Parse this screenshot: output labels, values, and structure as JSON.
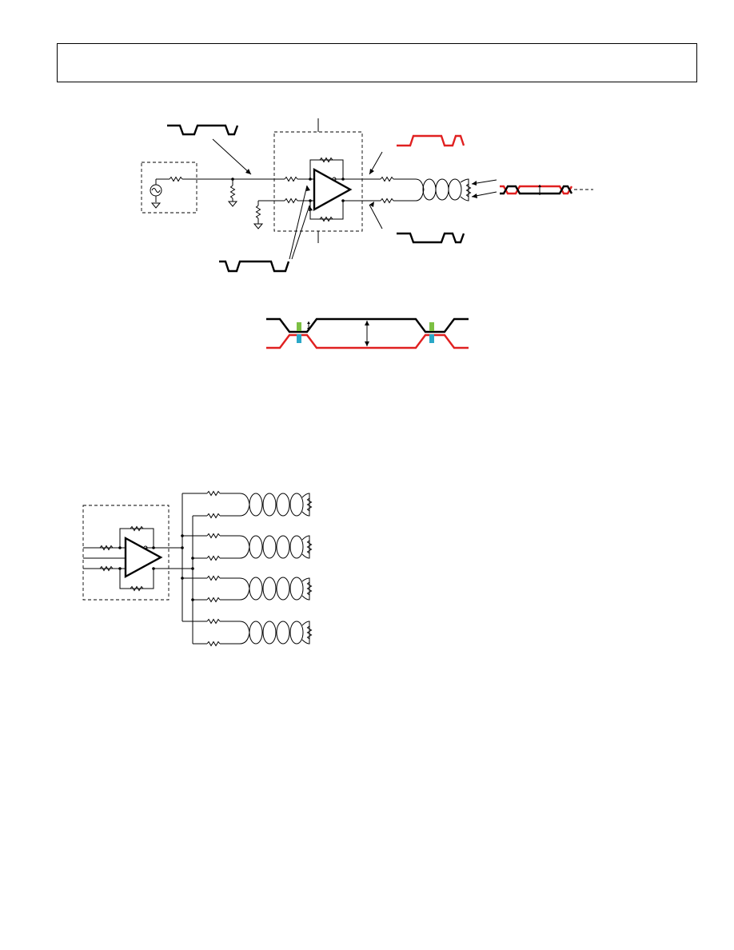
{
  "page": {
    "header": {}
  },
  "figures": {
    "top": {
      "figure_id": "0000-013",
      "marker_colors": {
        "upper": "#7cc043",
        "lower": "#2aa8c8"
      },
      "wave_colors": {
        "positive": "#e02020",
        "negative": "#000000"
      }
    },
    "bottom": {
      "figure_id": "0000-016",
      "cable_count": 4
    }
  }
}
